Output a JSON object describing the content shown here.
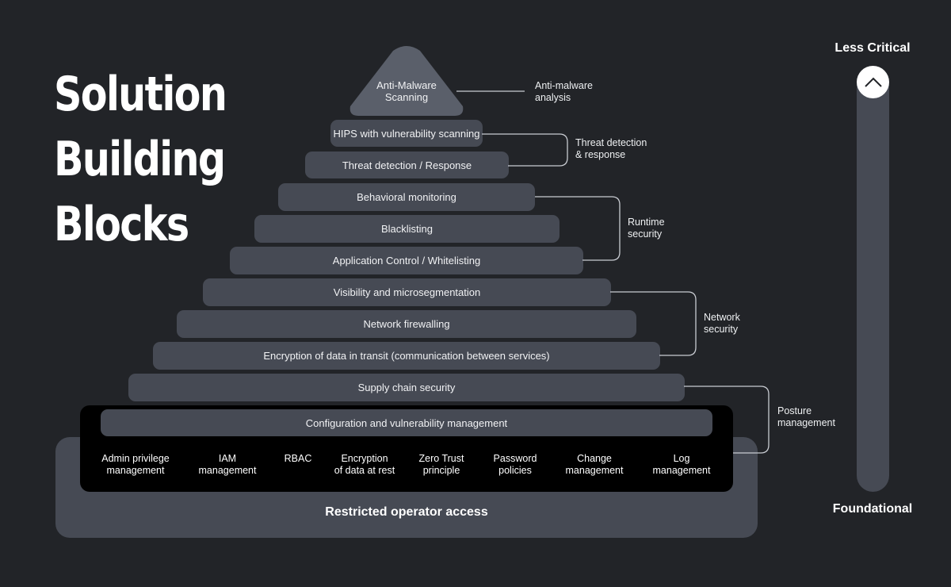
{
  "title": [
    "Solution",
    "Building",
    "Blocks"
  ],
  "apex": {
    "line1": "Anti-Malware",
    "line2": "Scanning"
  },
  "layers": [
    "HIPS with vulnerability scanning",
    "Threat detection / Response",
    "Behavioral monitoring",
    "Blacklisting",
    "Application Control / Whitelisting",
    "Visibility and microsegmentation",
    "Network firewalling",
    "Encryption of data in transit (communication between services)",
    "Supply chain security"
  ],
  "config_bar": "Configuration and vulnerability management",
  "foundation_items": [
    {
      "l1": "Admin privilege",
      "l2": "management"
    },
    {
      "l1": "IAM",
      "l2": "management"
    },
    {
      "l1": "RBAC",
      "l2": ""
    },
    {
      "l1": "Encryption",
      "l2": "of data at rest"
    },
    {
      "l1": "Zero Trust",
      "l2": "principle"
    },
    {
      "l1": "Password",
      "l2": "policies"
    },
    {
      "l1": "Change",
      "l2": "management"
    },
    {
      "l1": "Log",
      "l2": "management"
    }
  ],
  "base_label": "Restricted operator access",
  "groups": [
    {
      "l1": "Anti-malware",
      "l2": "analysis"
    },
    {
      "l1": "Threat detection",
      "l2": "& response"
    },
    {
      "l1": "Runtime",
      "l2": "security"
    },
    {
      "l1": "Network",
      "l2": "security"
    },
    {
      "l1": "Posture",
      "l2": "management"
    }
  ],
  "scale": {
    "top": "Less Critical",
    "bottom": "Foundational"
  },
  "colors": {
    "background": "#222428",
    "block": "#464a54",
    "inner_panel": "#000000",
    "text": "#ffffff"
  },
  "icons": {
    "scale_knob": "chevron-up-icon"
  }
}
